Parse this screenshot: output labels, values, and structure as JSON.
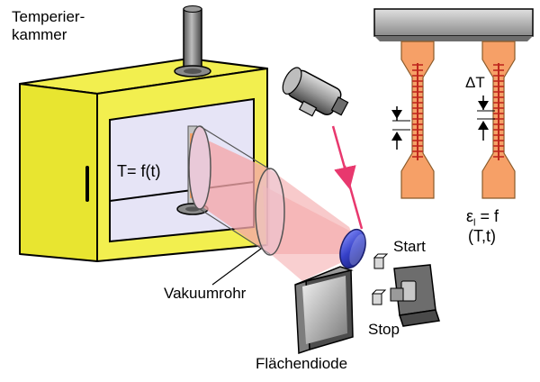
{
  "labels": {
    "chamber": "Temperier-\nkammer",
    "temperature_fn": "T= f(t)",
    "vacuum_tube": "Vakuumrohr",
    "photodiode": "Flächendiode",
    "start": "Start",
    "stop": "Stop",
    "delta_t": "ΔT",
    "epsilon_symbol": "ε",
    "epsilon_subscript": "l",
    "epsilon_rhs": " = f",
    "epsilon_args": "(T,t)"
  },
  "colors": {
    "chamber_body": "#f2ef4f",
    "chamber_edge": "#000000",
    "window": "#e6e4f6",
    "beam": "#f4a7a9",
    "laser": "#e8386e",
    "specimen": "#f6a067",
    "gauge_marks": "#c0281e",
    "mirror": "#3a44c8",
    "grey_dark": "#6b6b6b",
    "grey_light": "#c8c8c8"
  }
}
